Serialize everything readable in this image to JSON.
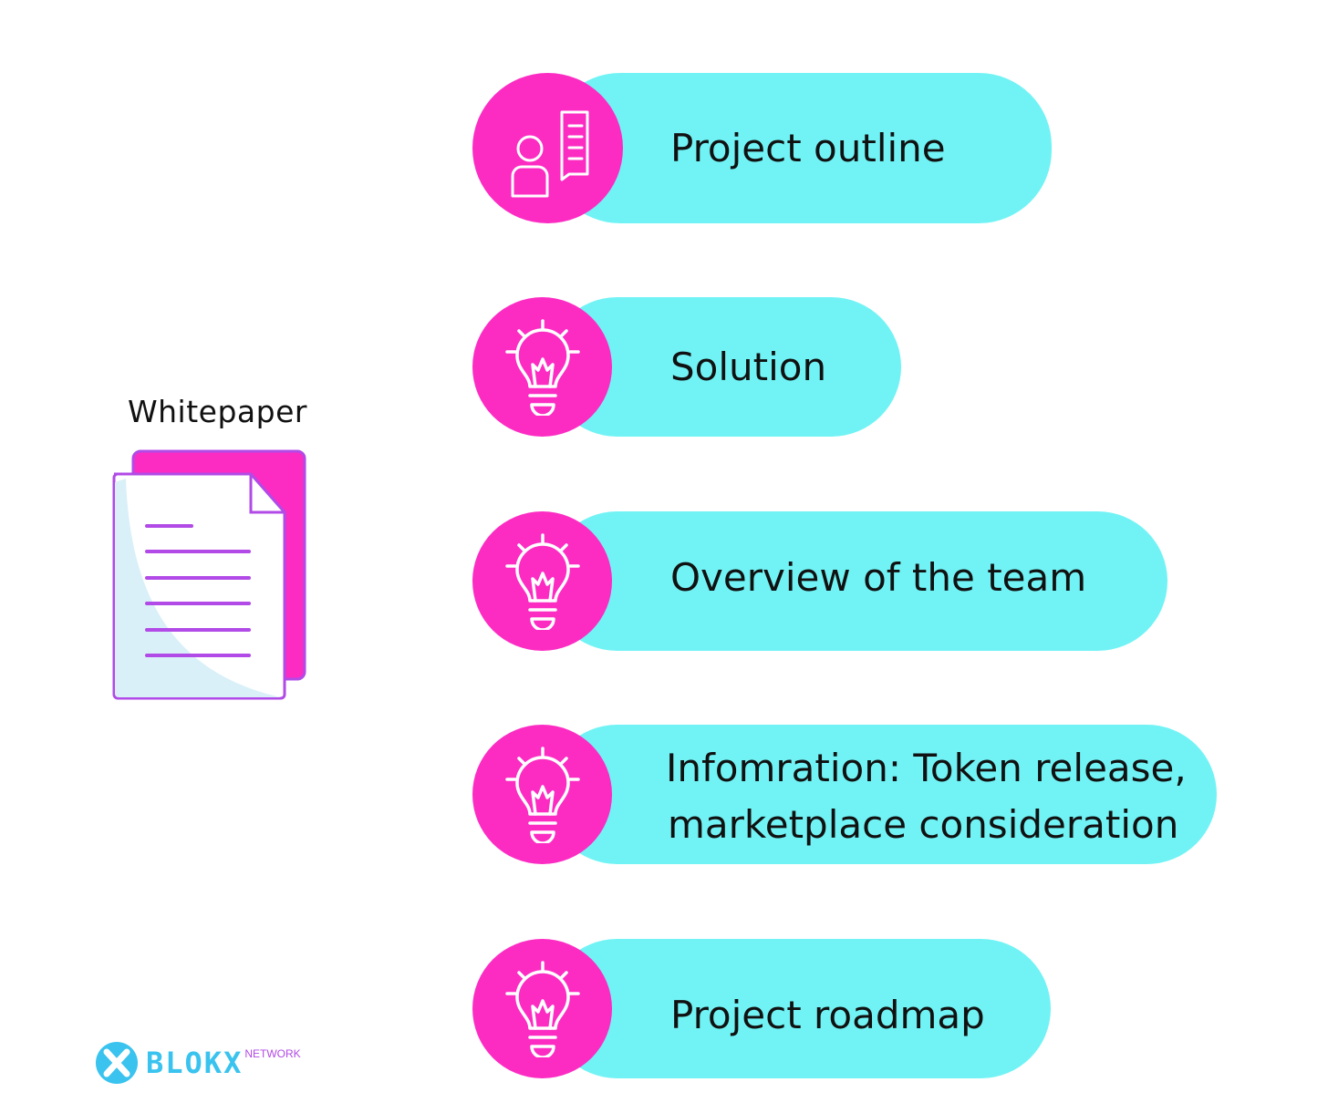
{
  "title": "Whitepaper",
  "items": [
    {
      "label": "Project outline",
      "icon": "presenter-icon"
    },
    {
      "label": "Solution",
      "icon": "lightbulb-icon"
    },
    {
      "label": "Overview of the team",
      "icon": "lightbulb-icon"
    },
    {
      "label_line1": "Infomration: Token release,",
      "label_line2": "marketplace consideration",
      "icon": "lightbulb-icon"
    },
    {
      "label": "Project roadmap",
      "icon": "lightbulb-icon"
    }
  ],
  "brand": {
    "name": "BLOKX",
    "suffix": "NETWORK"
  },
  "colors": {
    "pill": "#71f3f5",
    "circle": "#fc2cc3",
    "doc_back": "#fc2cc3",
    "doc_lines": "#b14ae6",
    "brand": "#39c3ee"
  }
}
